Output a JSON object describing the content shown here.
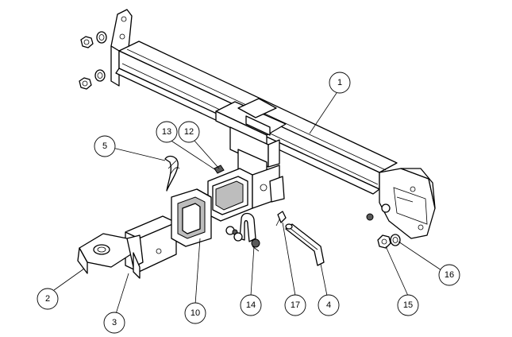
{
  "callouts": [
    {
      "id": "1",
      "text": "1"
    },
    {
      "id": "2",
      "text": "2"
    },
    {
      "id": "3",
      "text": "3"
    },
    {
      "id": "4",
      "text": "4"
    },
    {
      "id": "5",
      "text": "5"
    },
    {
      "id": "10",
      "text": "10"
    },
    {
      "id": "12",
      "text": "12"
    },
    {
      "id": "13",
      "text": "13"
    },
    {
      "id": "14",
      "text": "14"
    },
    {
      "id": "15",
      "text": "15"
    },
    {
      "id": "16",
      "text": "16"
    },
    {
      "id": "17",
      "text": "17"
    }
  ]
}
